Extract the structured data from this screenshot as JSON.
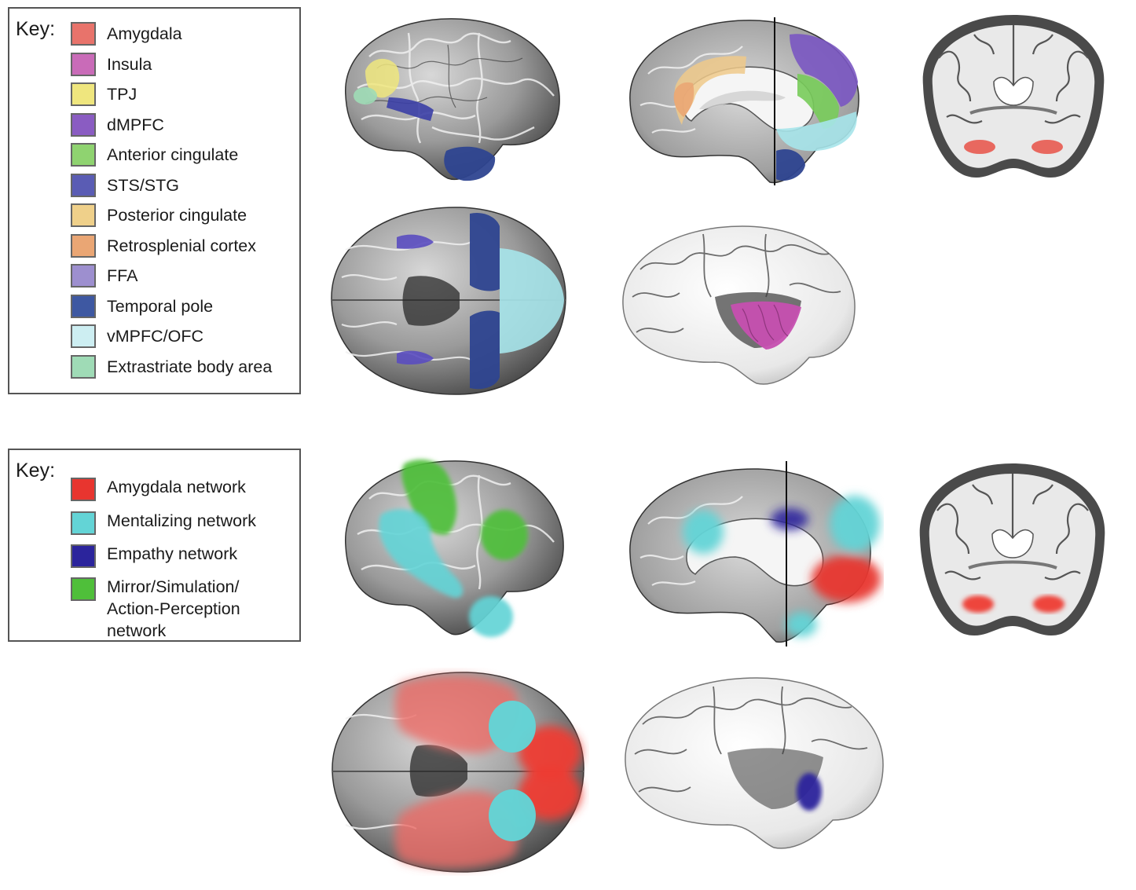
{
  "legend_top": {
    "title": "Key:",
    "items": [
      {
        "label": "Amygdala",
        "color": "#e8736b"
      },
      {
        "label": "Insula",
        "color": "#c96bb8"
      },
      {
        "label": "TPJ",
        "color": "#efe67e"
      },
      {
        "label": "dMPFC",
        "color": "#8a5cc2"
      },
      {
        "label": "Anterior cingulate",
        "color": "#8fd370"
      },
      {
        "label": "STS/STG",
        "color": "#5a5cb4"
      },
      {
        "label": "Posterior cingulate",
        "color": "#efd08a"
      },
      {
        "label": "Retrosplenial cortex",
        "color": "#eaa674"
      },
      {
        "label": "FFA",
        "color": "#9d8fcf"
      },
      {
        "label": "Temporal pole",
        "color": "#3e58a2"
      },
      {
        "label": "vMPFC/OFC",
        "color": "#cdeef2"
      },
      {
        "label": "Extrastriate body area",
        "color": "#9fdbb6"
      }
    ]
  },
  "legend_bottom": {
    "title": "Key:",
    "items": [
      {
        "label": "Amygdala network",
        "color": "#e8352f"
      },
      {
        "label": "Mentalizing network",
        "color": "#63d4d6"
      },
      {
        "label": "Empathy network",
        "color": "#2b249c"
      },
      {
        "label": "Mirror/Simulation/\nAction-Perception\nnetwork",
        "color": "#4fbf3a"
      }
    ]
  },
  "panels": {
    "top": [
      "lateral-view",
      "medial-view",
      "coronal-slice",
      "ventral-view",
      "insula-view"
    ],
    "bottom": [
      "lateral-view",
      "medial-view",
      "coronal-slice",
      "ventral-view",
      "insula-view"
    ]
  }
}
